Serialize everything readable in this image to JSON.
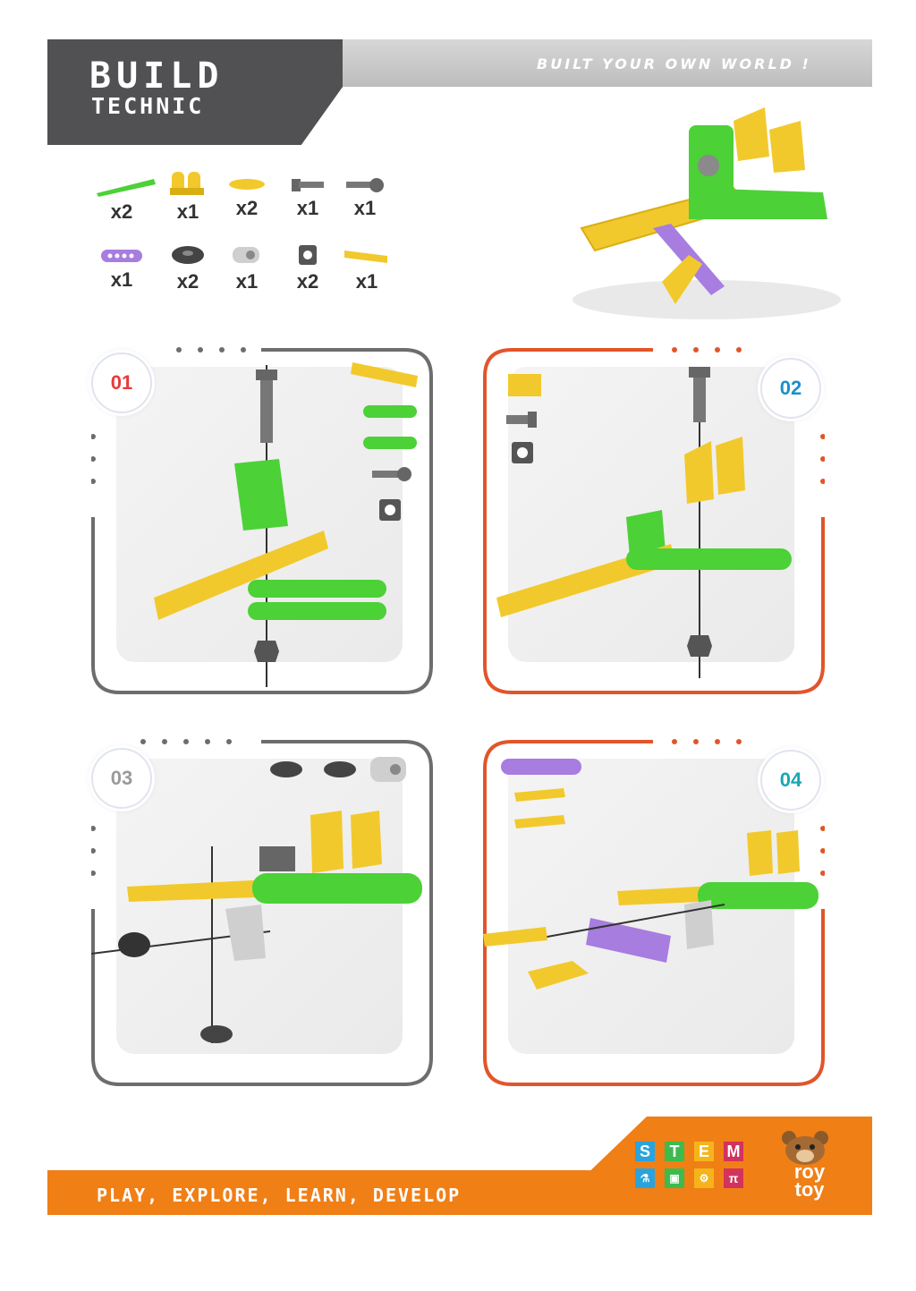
{
  "header": {
    "brand_title": "BUILD",
    "brand_subtitle": "TECHNIC",
    "tagline": "BUILT YOUR OWN WORLD !"
  },
  "parts": [
    {
      "icon": "green-beam-icon",
      "qty": "x2"
    },
    {
      "icon": "yellow-bracket-icon",
      "qty": "x1"
    },
    {
      "icon": "yellow-link-icon",
      "qty": "x2"
    },
    {
      "icon": "long-screw-icon",
      "qty": "x1"
    },
    {
      "icon": "short-screw-icon",
      "qty": "x1"
    },
    {
      "icon": "purple-plate-icon",
      "qty": "x1"
    },
    {
      "icon": "gear-nut-icon",
      "qty": "x2"
    },
    {
      "icon": "gray-bracket-icon",
      "qty": "x1"
    },
    {
      "icon": "square-nut-icon",
      "qty": "x2"
    },
    {
      "icon": "yellow-plate-icon",
      "qty": "x1"
    }
  ],
  "steps": [
    {
      "number": "01",
      "color": "#e83a3a",
      "frame_color": "#6d6d6d"
    },
    {
      "number": "02",
      "color": "#1a90c8",
      "frame_color": "#e2552a"
    },
    {
      "number": "03",
      "color": "#9a9a9a",
      "frame_color": "#6d6d6d"
    },
    {
      "number": "04",
      "color": "#1aa6b3",
      "frame_color": "#e2552a"
    }
  ],
  "footer": {
    "slogan": "PLAY, EXPLORE, LEARN, DEVELOP",
    "stem_letters": [
      "S",
      "T",
      "E",
      "M"
    ],
    "stem_colors": [
      "#2aa3dd",
      "#3dbb4d",
      "#f4b41a",
      "#d2335d"
    ],
    "logo_line1": "roy",
    "logo_line2": "toy"
  },
  "colors": {
    "green": "#4cd137",
    "yellow": "#f2c92c",
    "purple": "#a77de0",
    "orange": "#f07f16",
    "dark_gray": "#55565a"
  }
}
